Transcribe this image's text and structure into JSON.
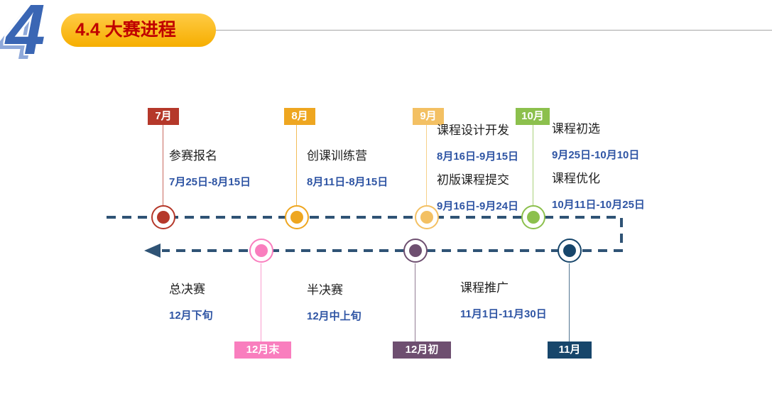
{
  "header": {
    "chapter_number": "4",
    "title": "4.4 大赛进程"
  },
  "timeline": {
    "top": [
      {
        "month": "7月",
        "color": "#B5382A",
        "items": [
          {
            "label": "参赛报名",
            "date": "7月25日-8月15日"
          }
        ]
      },
      {
        "month": "8月",
        "color": "#EEA620",
        "items": [
          {
            "label": "创课训练营",
            "date": "8月11日-8月15日"
          }
        ]
      },
      {
        "month": "9月",
        "color": "#F3C063",
        "items": [
          {
            "label": "课程设计开发",
            "date": "8月16日-9月15日"
          },
          {
            "label": "初版课程提交",
            "date": "9月16日-9月24日"
          }
        ]
      },
      {
        "month": "10月",
        "color": "#8CC04D",
        "items": [
          {
            "label": "课程初选",
            "date": "9月25日-10月10日"
          },
          {
            "label": "课程优化",
            "date": "10月11日-10月25日"
          }
        ]
      }
    ],
    "bottom": [
      {
        "month": "11月",
        "color": "#17466B",
        "items": [
          {
            "label": "课程推广",
            "date": "11月1日-11月30日"
          }
        ]
      },
      {
        "month": "12月初",
        "color": "#6E4F70",
        "items": [
          {
            "label": "半决赛",
            "date": "12月中上旬"
          }
        ]
      },
      {
        "month": "12月末",
        "color": "#F97EBE",
        "items": [
          {
            "label": "总决赛",
            "date": "12月下旬"
          }
        ]
      }
    ]
  },
  "colors": {
    "banner": "#F6AE00",
    "title_text": "#C00000",
    "chapter_number": "#3A66B4",
    "dashed_line": "#2F5375",
    "date_text": "#2F55A4"
  }
}
